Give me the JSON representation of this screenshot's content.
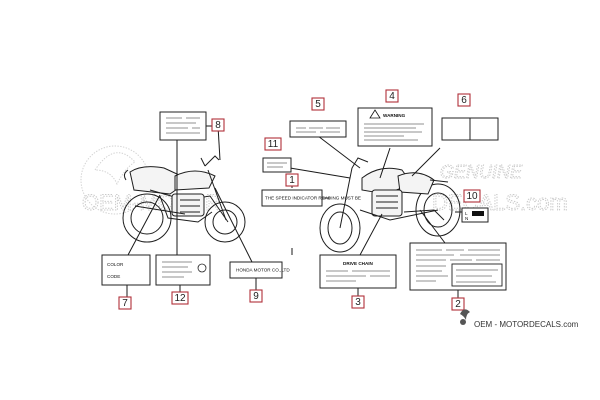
{
  "watermark": {
    "text_left": "OEM-MOTOR",
    "text_right": "DECALS.com",
    "badge": "GENUINE"
  },
  "brand": {
    "text": "OEM - MOTORDECALS.com"
  },
  "callouts": [
    {
      "id": "1",
      "label": "1"
    },
    {
      "id": "2",
      "label": "2"
    },
    {
      "id": "3",
      "label": "3"
    },
    {
      "id": "4",
      "label": "4"
    },
    {
      "id": "5",
      "label": "5"
    },
    {
      "id": "6",
      "label": "6"
    },
    {
      "id": "7",
      "label": "7"
    },
    {
      "id": "8",
      "label": "8"
    },
    {
      "id": "9",
      "label": "9"
    },
    {
      "id": "10",
      "label": "10"
    },
    {
      "id": "11",
      "label": "11"
    },
    {
      "id": "12",
      "label": "12"
    }
  ],
  "labels": {
    "warning_title": "WARNING",
    "drive_chain_title": "DRIVE CHAIN",
    "color_line1": "COLOR",
    "color_line2": "CODE",
    "honda_motor": "HONDA MOTOR CO.,LTD",
    "label1_text": "THE SPEED INDICATOR READING MUST BE",
    "label10_line1": "L",
    "label10_line2": "N"
  },
  "icon_names": [
    "warning-triangle-icon",
    "motorcycle-left-icon",
    "motorcycle-right-icon",
    "oem-logo-icon"
  ]
}
